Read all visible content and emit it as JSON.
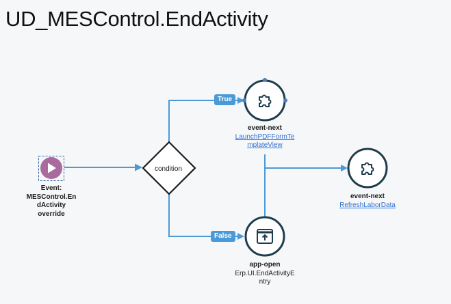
{
  "page": {
    "title": "UD_MESControl.EndActivity"
  },
  "colors": {
    "connector": "#4a9ad8",
    "node_border": "#1e3d4c",
    "event_fill": "#a96b9e",
    "badge_fill": "#4a9ad8",
    "link": "#2f6fd2"
  },
  "diagram": {
    "start": {
      "kind": "Event:",
      "target_lines": [
        "MESControl.En",
        "dActivity",
        "override"
      ],
      "icon": "play-icon"
    },
    "condition": {
      "label": "condition"
    },
    "branches": {
      "true_label": "True",
      "false_label": "False"
    },
    "nodes": {
      "launch_pdf": {
        "kind": "event-next",
        "target_lines": [
          "LaunchPDFFormTe",
          "mplateView"
        ],
        "target_is_link": true,
        "icon": "puzzle-icon"
      },
      "refresh_labor": {
        "kind": "event-next",
        "target_lines": [
          "RefreshLaborData"
        ],
        "target_is_link": true,
        "icon": "puzzle-icon"
      },
      "app_open": {
        "kind": "app-open",
        "target_lines": [
          "Erp.UI.EndActivityE",
          "ntry"
        ],
        "target_is_link": false,
        "icon": "open-window-icon"
      }
    }
  }
}
